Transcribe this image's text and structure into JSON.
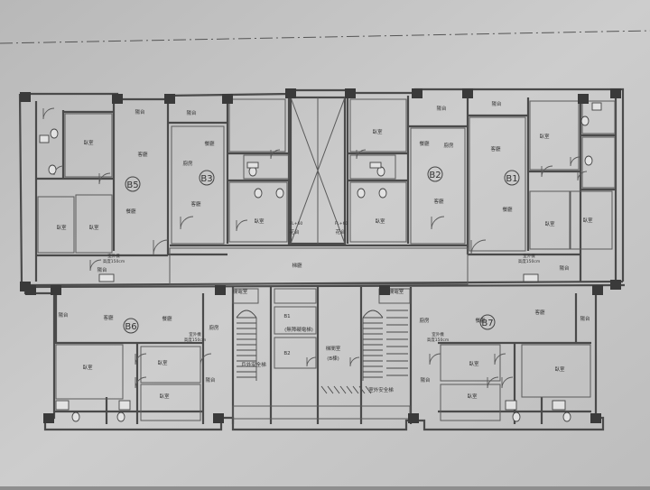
{
  "colors": {
    "paper": "#c9c9c9",
    "wall": "#4a4a4a",
    "line": "#5a5a5a",
    "text": "#333333",
    "fixture": "#e2e2e2"
  },
  "units": [
    {
      "id": "B5",
      "label": "B5"
    },
    {
      "id": "B3",
      "label": "B3"
    },
    {
      "id": "B2",
      "label": "B2"
    },
    {
      "id": "B1",
      "label": "B1"
    },
    {
      "id": "B6",
      "label": "B6"
    },
    {
      "id": "B7",
      "label": "B7"
    }
  ],
  "rooms": {
    "bedroom": "臥室",
    "living": "客廳",
    "dining": "餐廳",
    "kitchen": "廚房",
    "balcony": "陽台",
    "garden": "花台",
    "corridor": "梯廳",
    "lobby_line1": "梯間室",
    "lobby_line2": "(B棟)",
    "stair_left": "戶外安全梯",
    "stair_right": "室外安全梯",
    "shaft": "機電室",
    "elevator_b1": "B1",
    "elevator_b2": "B2",
    "elevator_note": "(無障礙電梯)"
  },
  "notes": {
    "ac": "室外機",
    "ac_sub": "高度150cm",
    "fl": "FL+60"
  }
}
